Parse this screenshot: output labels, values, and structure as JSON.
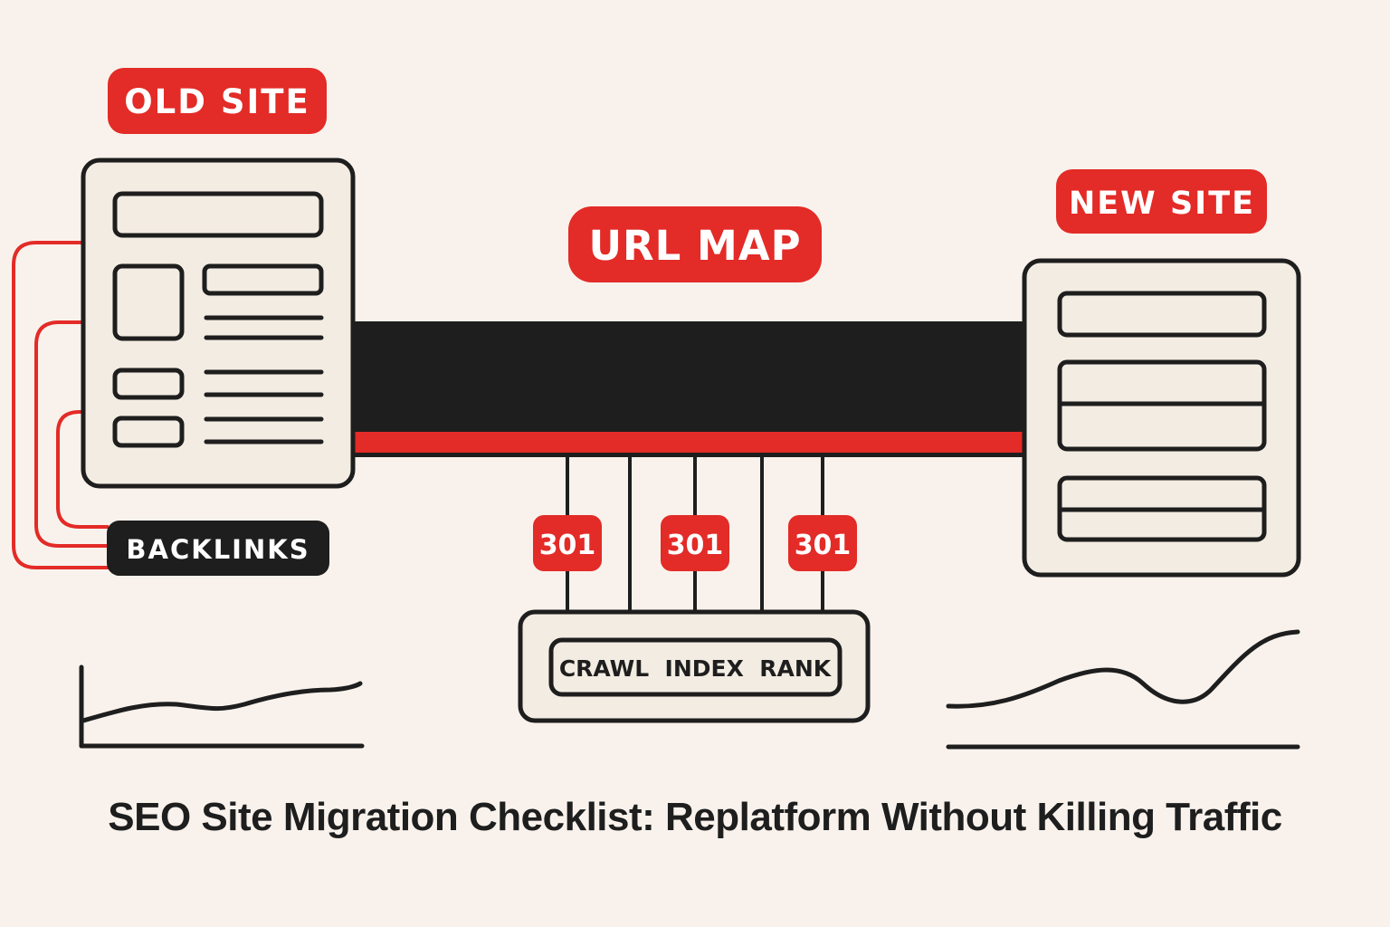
{
  "labels": {
    "old_site": "OLD SITE",
    "url_map": "URL MAP",
    "new_site": "NEW SITE",
    "backlinks": "BACKLINKS",
    "redirect_1": "301",
    "redirect_2": "301",
    "redirect_3": "301",
    "pipeline": "CRAWL  INDEX  RANK"
  },
  "caption": "SEO Site Migration Checklist: Replatform Without Killing Traffic",
  "colors": {
    "background": "#f9f2ec",
    "accent_red": "#e32b27",
    "ink": "#1e1e1e",
    "panel": "#f3ece2"
  },
  "icons": {
    "old_site": "webpage-wireframe-icon",
    "new_site": "webpage-wireframe-icon",
    "old_traffic": "flat-traffic-chart-icon",
    "new_traffic": "rising-traffic-chart-icon"
  }
}
